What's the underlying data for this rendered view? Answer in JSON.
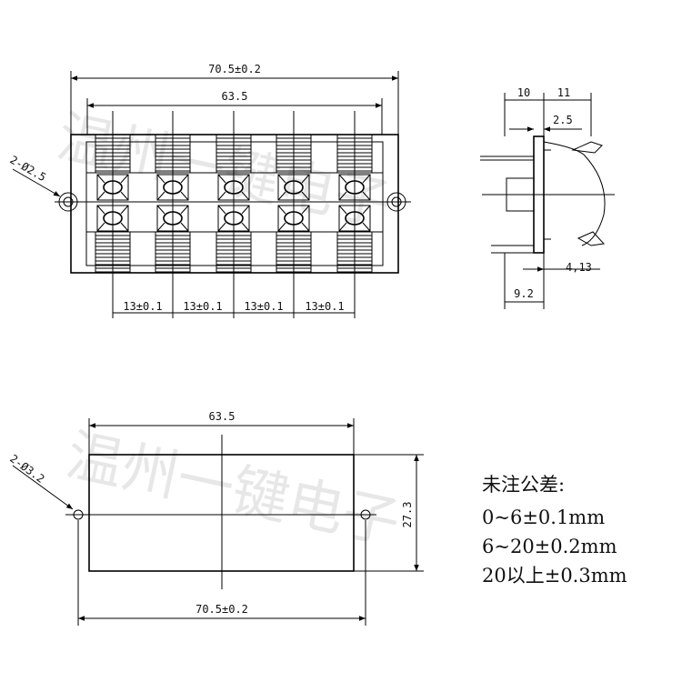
{
  "front_view": {
    "overall_width": "70.5±0.2",
    "hole_pitch": "63.5",
    "mount_holes": "2-Ø2.5",
    "terminal_pitch": [
      "13±0.1",
      "13±0.1",
      "13±0.1",
      "13±0.1"
    ]
  },
  "side_view": {
    "dim_a": "10",
    "dim_b": "11",
    "dim_c": "2.5",
    "dim_d": "4,13",
    "dim_e": "9.2"
  },
  "panel_cutout": {
    "hole_pitch": "63.5",
    "mount_holes": "2-Ø3.2",
    "height": "27.3",
    "overall_width": "70.5±0.2"
  },
  "tolerance_note": {
    "title": "未注公差:",
    "lines": [
      "0~6±0.1mm",
      "6~20±0.2mm",
      "20以上±0.3mm"
    ]
  },
  "watermark": "温州一键电子"
}
